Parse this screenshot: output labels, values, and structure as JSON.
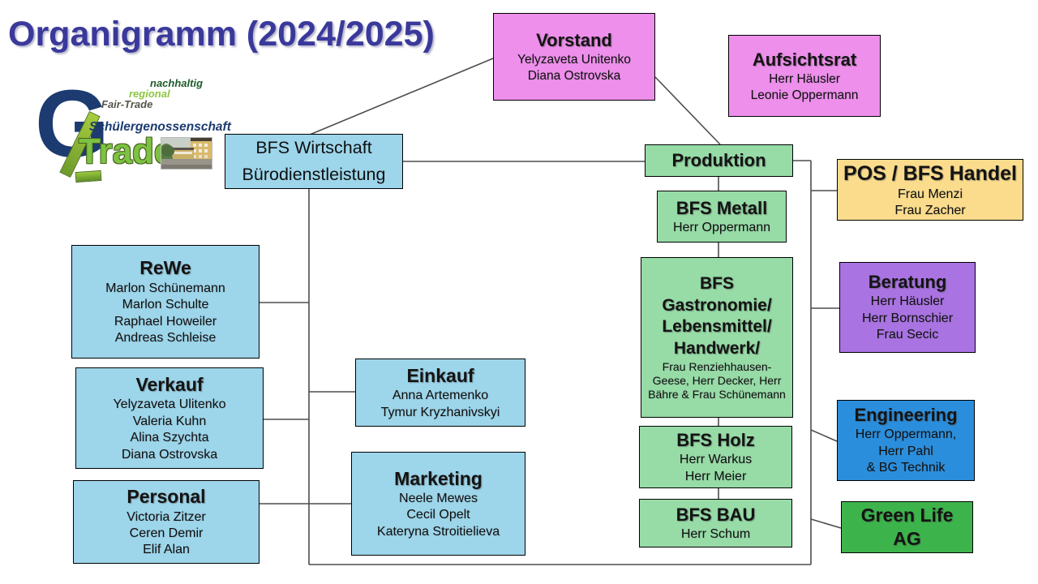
{
  "title": "Organigramm (2024/2025)",
  "logo": {
    "monogram": "G",
    "tagline1": "nachhaltig",
    "tagline2": "regional",
    "tagline3": "Fair-Trade",
    "org_type": "Schülergenossenschaft",
    "brand": "Trade"
  },
  "colors": {
    "title_text": "#3A399B",
    "light_blue": "#9DD5EA",
    "light_green": "#97DBA7",
    "pink": "#EE8FEC",
    "yellow": "#FADC8C",
    "purple": "#A973E2",
    "blue": "#2B8EDC",
    "green": "#3CB44B"
  },
  "boxes": {
    "vorstand": {
      "title": "Vorstand",
      "members": [
        "Yelyzaveta Unitenko",
        "Diana Ostrovska"
      ]
    },
    "aufsichtsrat": {
      "title": "Aufsichtsrat",
      "members": [
        "Herr Häusler",
        "Leonie Oppermann"
      ]
    },
    "bfs_wirtschaft": {
      "lines": [
        "BFS Wirtschaft",
        "Bürodienstleistung"
      ]
    },
    "produktion": {
      "title": "Produktion"
    },
    "pos_handel": {
      "title": "POS / BFS Handel",
      "members": [
        "Frau Menzi",
        "Frau Zacher"
      ]
    },
    "bfs_metall": {
      "title": "BFS Metall",
      "members": [
        "Herr Oppermann"
      ]
    },
    "rewe": {
      "title": "ReWe",
      "members": [
        "Marlon Schünemann",
        "Marlon Schulte",
        "Raphael Howeiler",
        "Andreas Schleise"
      ]
    },
    "gastronomie": {
      "title_lines": [
        "BFS",
        "Gastronomie/",
        "Lebensmittel/",
        "Handwerk/"
      ],
      "staff": "Frau Renziehhausen-Geese, Herr Decker, Herr Bähre & Frau Schünemann"
    },
    "beratung": {
      "title": "Beratung",
      "members": [
        "Herr Häusler",
        "Herr Bornschier",
        "Frau Secic"
      ]
    },
    "verkauf": {
      "title": "Verkauf",
      "members": [
        "Yelyzaveta Ulitenko",
        "Valeria Kuhn",
        "Alina Szychta",
        "Diana Ostrovska"
      ]
    },
    "einkauf": {
      "title": "Einkauf",
      "members": [
        "Anna Artemenko",
        "Tymur Kryzhanivskyi"
      ]
    },
    "engineering": {
      "title": "Engineering",
      "members": [
        "Herr Oppermann,",
        "Herr Pahl",
        "& BG Technik"
      ]
    },
    "bfs_holz": {
      "title": "BFS Holz",
      "members": [
        "Herr Warkus",
        "Herr Meier"
      ]
    },
    "personal": {
      "title": "Personal",
      "members": [
        "Victoria Zitzer",
        "Ceren Demir",
        "Elif Alan"
      ]
    },
    "marketing": {
      "title": "Marketing",
      "members": [
        "Neele Mewes",
        "Cecil Opelt",
        "Kateryna Stroitielieva"
      ]
    },
    "bfs_bau": {
      "title": "BFS BAU",
      "members": [
        "Herr Schum"
      ]
    },
    "green_life": {
      "title": "Green Life AG"
    }
  }
}
